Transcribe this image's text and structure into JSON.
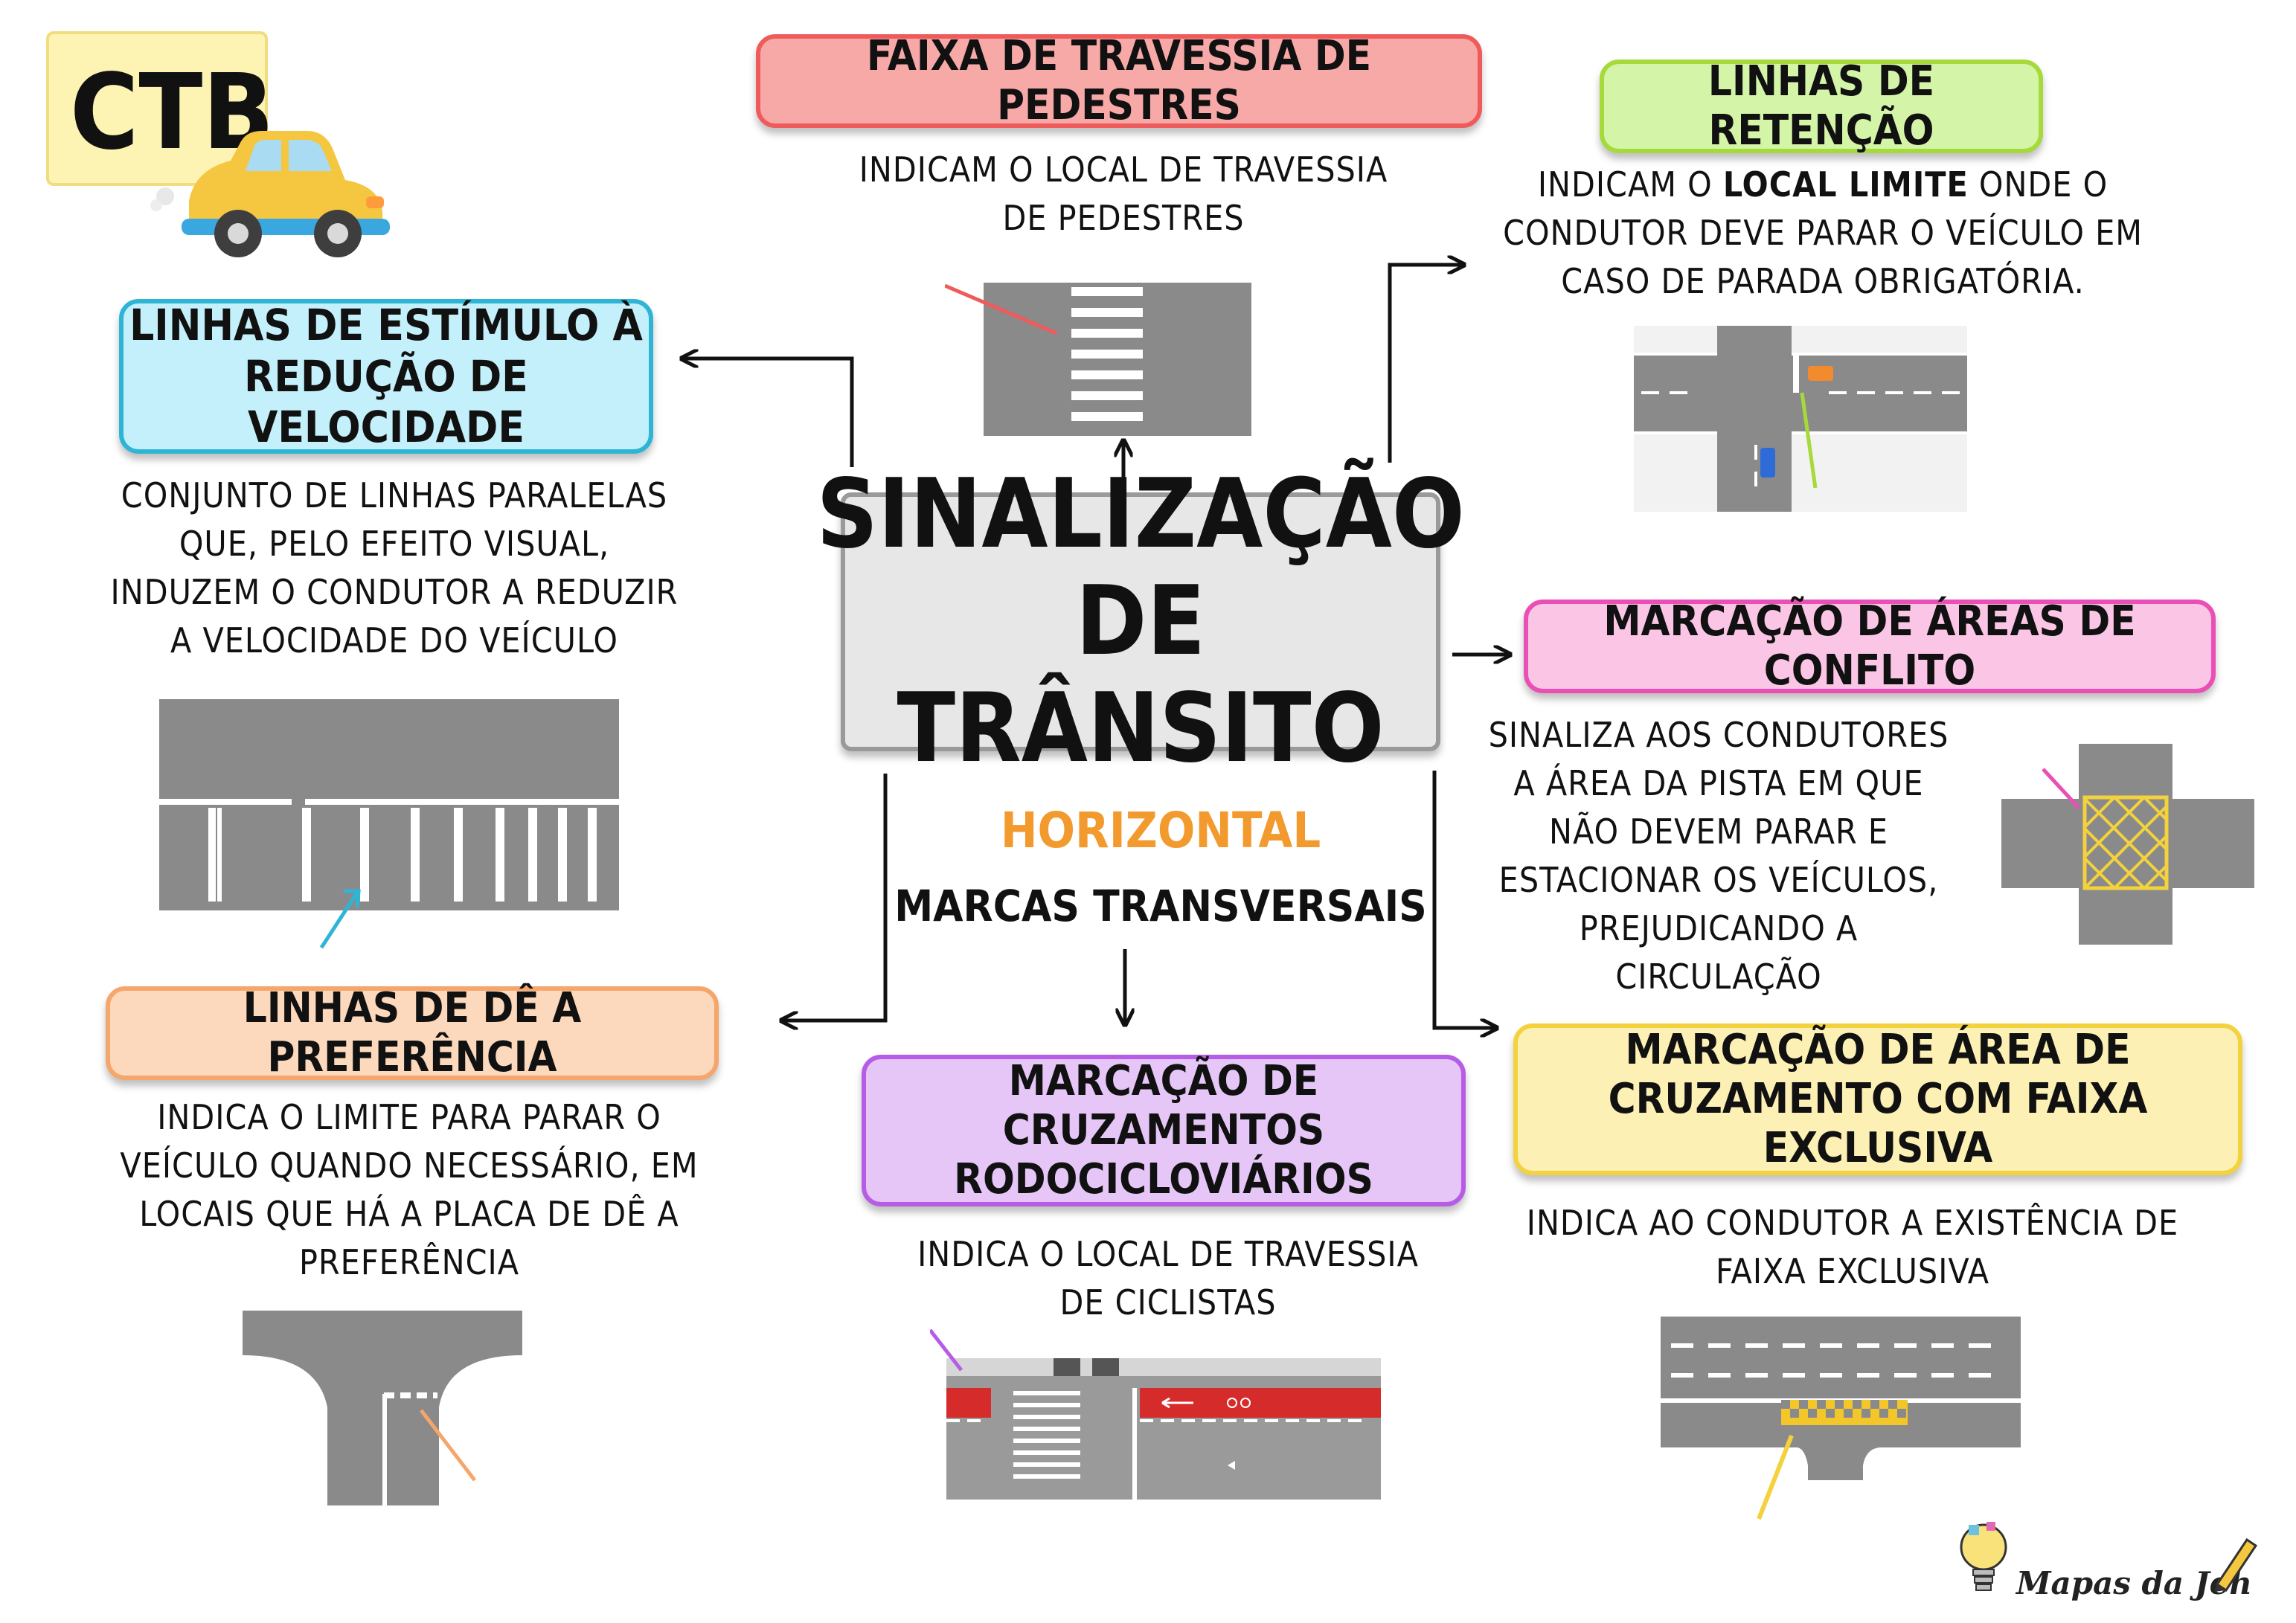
{
  "badge": {
    "label": "CTB"
  },
  "center": {
    "line1": "SINALIZAÇÃO",
    "line2": "DE TRÂNSITO"
  },
  "category": {
    "title": "HORIZONTAL",
    "subtitle": "MARCAS TRANSVERSAIS"
  },
  "nodes": {
    "faixa_travessia": {
      "title": "FAIXA DE TRAVESSIA DE PEDESTRES",
      "desc_lines": [
        "INDICAM O LOCAL DE TRAVESSIA",
        "DE PEDESTRES"
      ]
    },
    "retencao": {
      "title": "LINHAS DE RETENÇÃO",
      "desc_line1_pre": "INDICAM O ",
      "desc_line1_bold": "LOCAL LIMITE",
      "desc_line1_post": " ONDE O",
      "desc_line2": "CONDUTOR DEVE PARAR O VEÍCULO EM",
      "desc_line3": "CASO DE PARADA OBRIGATÓRIA."
    },
    "estimulo": {
      "title_lines": [
        "LINHAS DE ESTÍMULO À",
        "REDUÇÃO DE VELOCIDADE"
      ],
      "desc_lines": [
        "CONJUNTO DE LINHAS PARALELAS",
        "QUE, PELO EFEITO VISUAL,",
        "INDUZEM O CONDUTOR A REDUZIR",
        "A VELOCIDADE DO VEÍCULO"
      ]
    },
    "conflito": {
      "title": "MARCAÇÃO DE ÁREAS DE CONFLITO",
      "desc_lines": [
        "SINALIZA AOS CONDUTORES",
        "A ÁREA DA PISTA EM QUE",
        "NÃO DEVEM PARAR E",
        "ESTACIONAR OS VEÍCULOS,",
        "PREJUDICANDO A",
        "CIRCULAÇÃO"
      ]
    },
    "preferencia": {
      "title": "LINHAS DE DÊ A PREFERÊNCIA",
      "desc_lines": [
        "INDICA O LIMITE PARA PARAR O",
        "VEÍCULO QUANDO NECESSÁRIO, EM",
        "LOCAIS QUE HÁ A PLACA DE DÊ A",
        "PREFERÊNCIA"
      ]
    },
    "rodociclo": {
      "title_lines": [
        "MARCAÇÃO DE CRUZAMENTOS",
        "RODOCICLOVIÁRIOS"
      ],
      "desc_lines": [
        "INDICA O LOCAL DE TRAVESSIA",
        "DE CICLISTAS"
      ]
    },
    "exclusiva": {
      "title_lines": [
        "MARCAÇÃO DE ÁREA DE",
        "CRUZAMENTO COM FAIXA EXCLUSIVA"
      ],
      "desc_lines": [
        "INDICA AO CONDUTOR A EXISTÊNCIA DE",
        "FAIXA EXCLUSIVA"
      ]
    }
  },
  "signature": {
    "text": "Mapas da Jeh"
  },
  "colors": {
    "red_fill": "#f7a9a8",
    "red_border": "#ef5b5b",
    "green_fill": "#d4f5a8",
    "green_border": "#a6d93a",
    "cyan_fill": "#c4f0fb",
    "cyan_border": "#2eb5d6",
    "pink_fill": "#fbc6e6",
    "pink_border": "#e94fb4",
    "orange_fill": "#fcd8bc",
    "orange_border": "#f5a66a",
    "purple_fill": "#e5c6f7",
    "purple_border": "#b65ce6",
    "yellow_fill": "#fdf0b5",
    "yellow_border": "#f3d23d",
    "center_fill": "#e7e7e7",
    "center_border": "#9a9a9a",
    "accent_orange": "#f29a2e"
  }
}
